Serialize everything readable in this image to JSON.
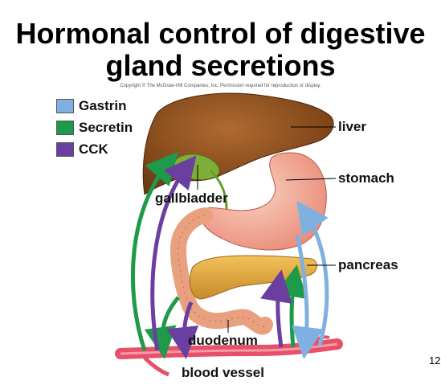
{
  "title_line1": "Hormonal control of digestive",
  "title_line2": "gland secretions",
  "copyright": "Copyright © The McGraw-Hill Companies, Inc. Permission required for reproduction or display.",
  "legend": [
    {
      "label": "Gastrin",
      "color": "#7fb0e0"
    },
    {
      "label": "Secretin",
      "color": "#1e9a4a"
    },
    {
      "label": "CCK",
      "color": "#6a3fa0"
    }
  ],
  "labels": {
    "liver": "liver",
    "stomach": "stomach",
    "gallbladder": "gallbladder",
    "pancreas": "pancreas",
    "duodenum": "duodenum",
    "blood_vessel": "blood vessel"
  },
  "page_number": "12"
}
